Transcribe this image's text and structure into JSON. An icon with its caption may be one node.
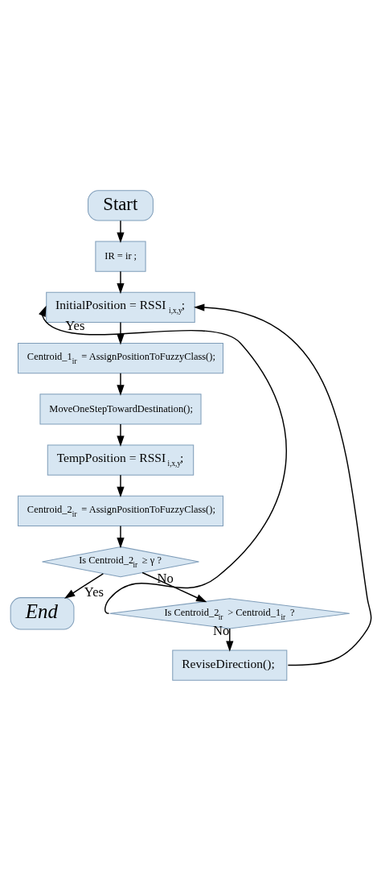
{
  "diagram": {
    "nodes": [
      {
        "text": [
          "Start"
        ]
      },
      {
        "text": [
          "IR = ir ;"
        ]
      },
      {
        "text": [
          "InitialPosition = RSSI$_{i,x,y}$;"
        ]
      },
      {
        "text": [
          "Centroid_1$_{ir}$ = AssignPositionToFuzzyClass();"
        ]
      },
      {
        "text": [
          "MoveOneStepTowardDestination();"
        ]
      },
      {
        "text": [
          "TempPosition = RSSI$_{i,x,y}$;"
        ]
      },
      {
        "text": [
          "Centroid_2$_{ir}$ = AssignPositionToFuzzyClass();"
        ]
      },
      {
        "text": [
          "Is Centroid_2$_{ir}$ ≥ γ ?"
        ]
      },
      {
        "text": [
          "End"
        ]
      },
      {
        "text": [
          "Is Centroid_2$_{ir}$ > Centroid_1$_{ir}$ ?"
        ]
      },
      {
        "text": [
          "ReviseDirection();"
        ]
      }
    ],
    "edges": [
      {
        "from": 0,
        "to": 1,
        "arrow": "to"
      },
      {
        "from": 1,
        "to": 2,
        "arrow": "to"
      },
      {
        "from": 2,
        "to": 3,
        "arrow": "to"
      },
      {
        "from": 3,
        "to": 4,
        "arrow": "to"
      },
      {
        "from": 4,
        "to": 5,
        "arrow": "to"
      },
      {
        "from": 5,
        "to": 6,
        "arrow": "to"
      },
      {
        "from": 6,
        "to": 7,
        "arrow": "to"
      },
      {
        "from": 7,
        "to": 8,
        "arrow": "to",
        "label": "Yes"
      },
      {
        "from": 7,
        "to": 9,
        "arrow": "to",
        "label": "No"
      },
      {
        "from": 9,
        "to": 2,
        "arrow": "to",
        "label": "Yes"
      },
      {
        "from": 9,
        "to": 10,
        "arrow": "to",
        "label": "No"
      },
      {
        "from": 10,
        "to": 2,
        "arrow": "to"
      }
    ]
  }
}
